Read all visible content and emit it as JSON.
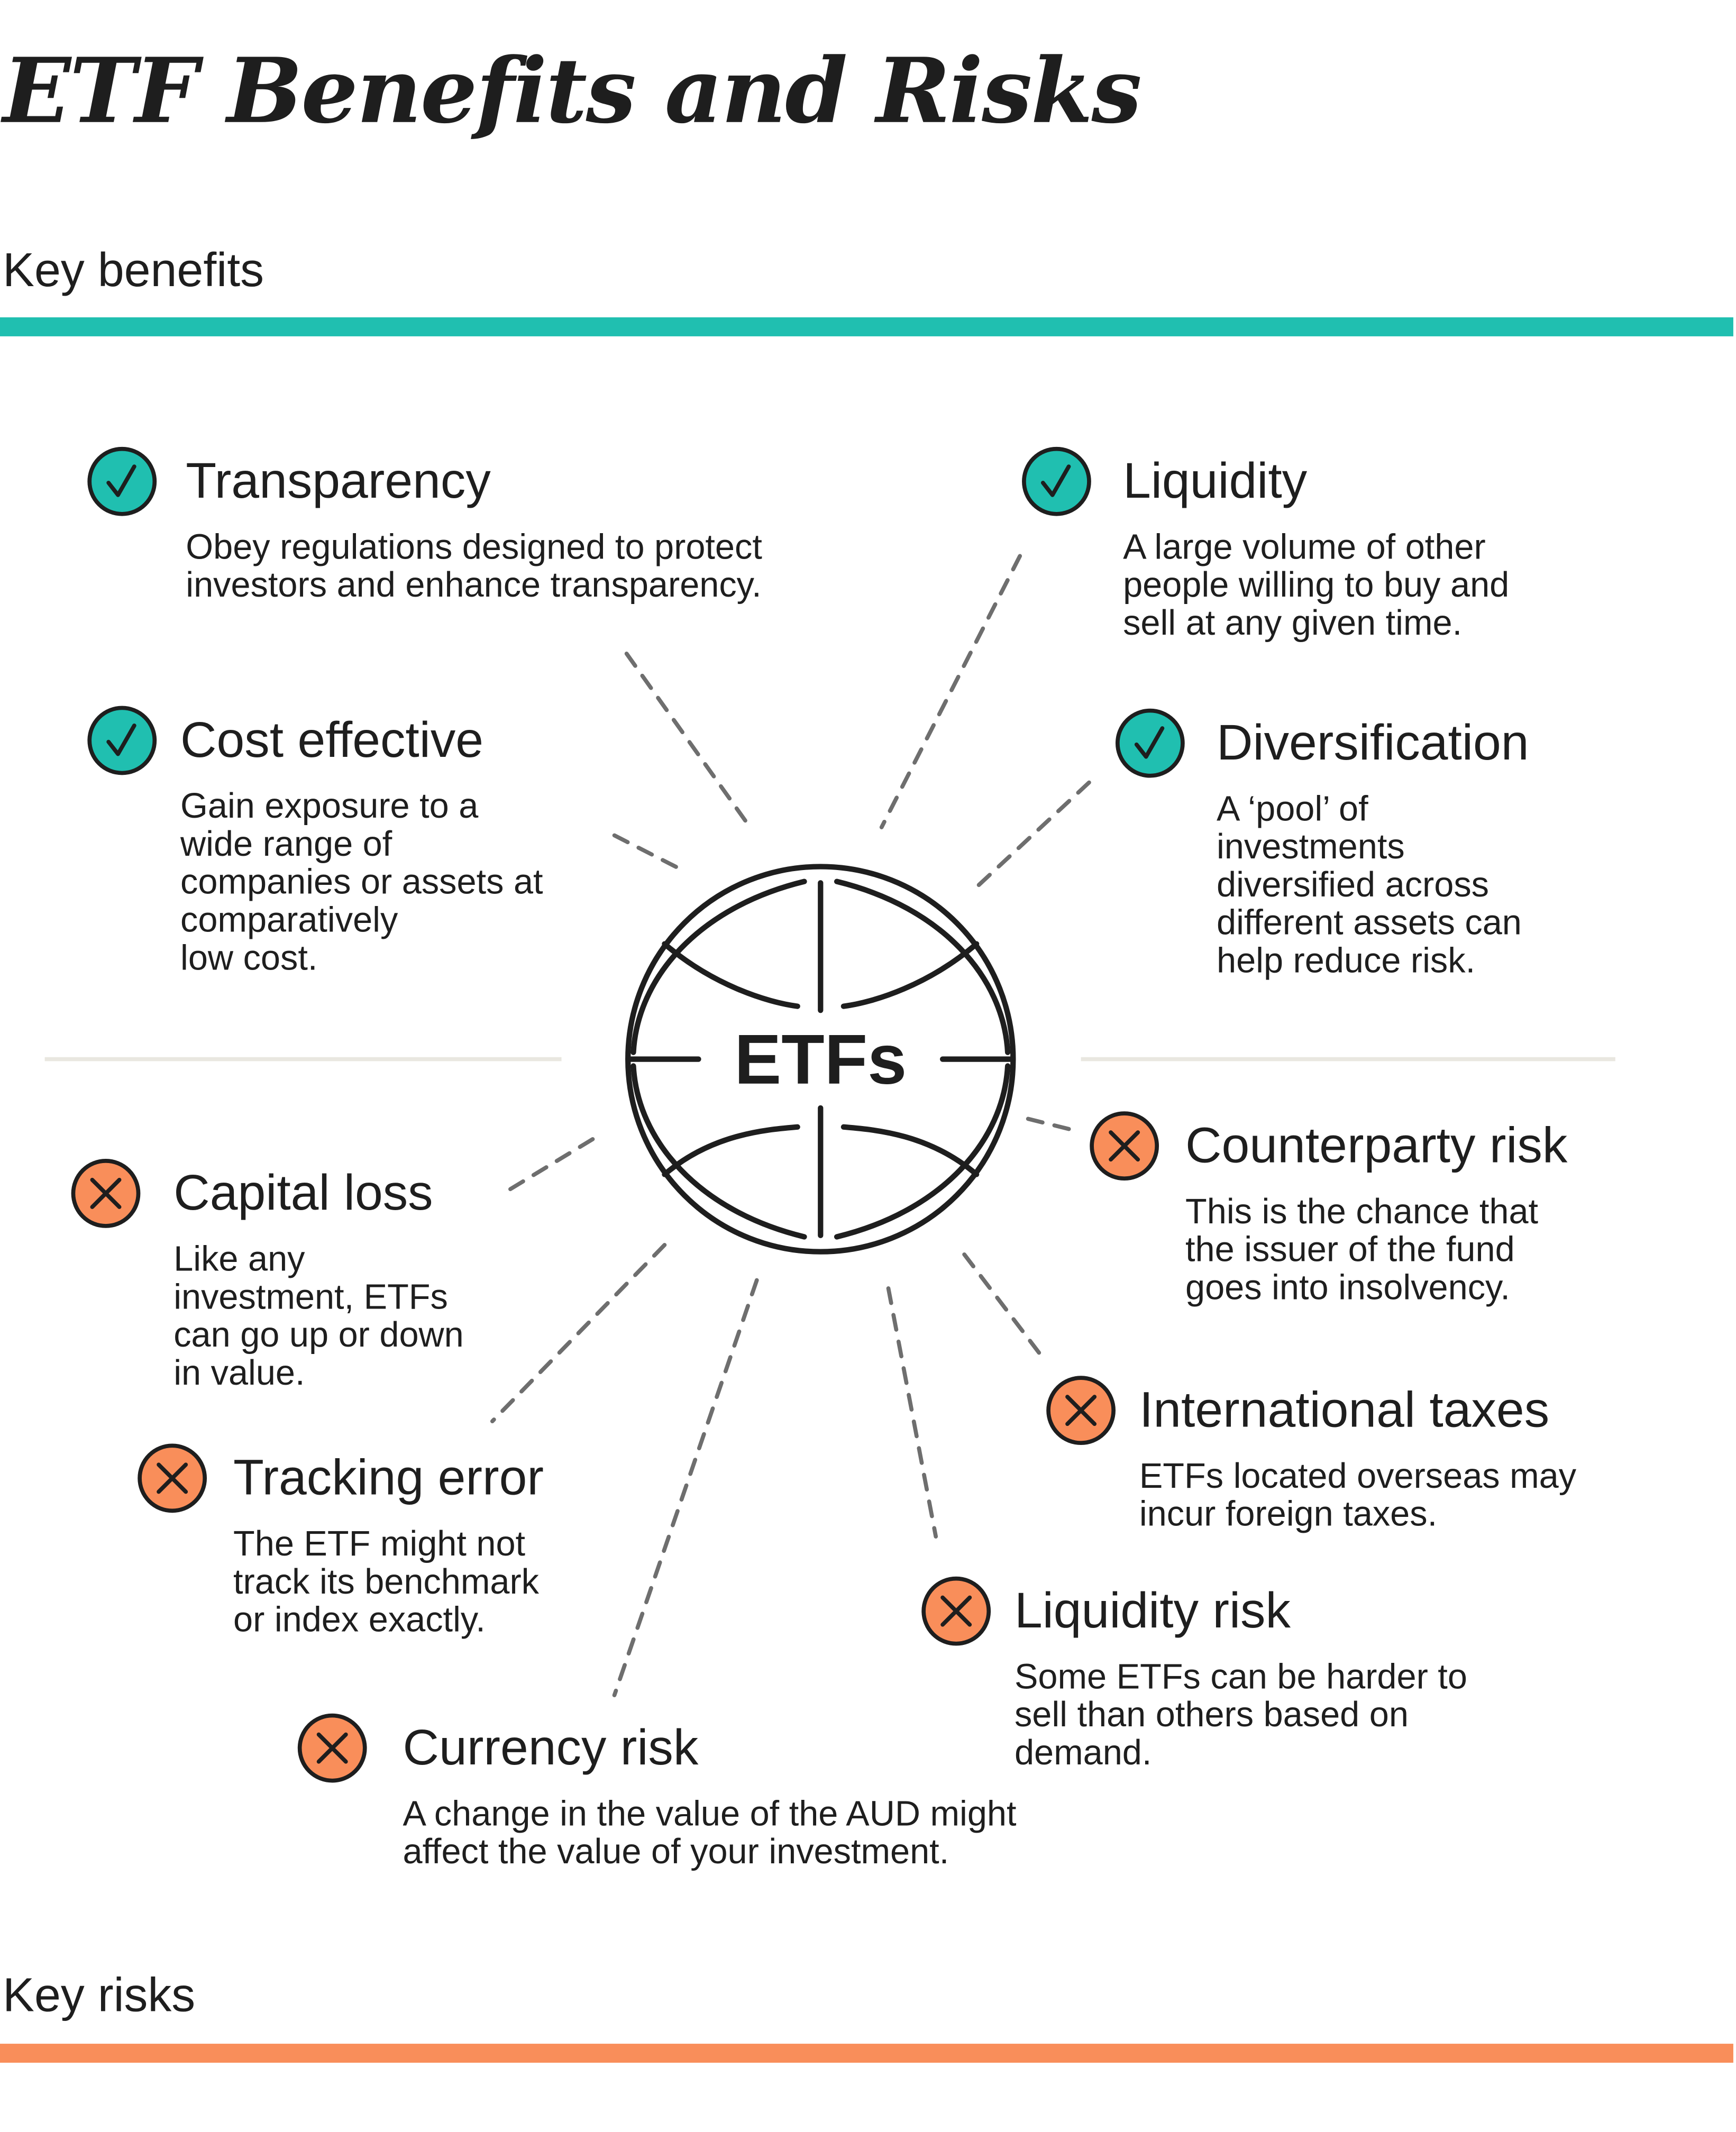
{
  "title": "ETF Benefits and Risks",
  "benefits_heading": "Key benefits",
  "risks_heading": "Key risks",
  "center_label": "ETFs",
  "colors": {
    "benefit": "#20bfb0",
    "risk": "#f98e5a",
    "text": "#1e1e1e",
    "divider": "#e9e7e0",
    "dash": "#6e6e6e"
  },
  "benefits": [
    {
      "title": "Transparency",
      "desc": "Obey regulations designed to protect\ninvestors and enhance transparency.",
      "icon": "check-icon"
    },
    {
      "title": "Liquidity",
      "desc": "A large volume of other\npeople willing to buy and\nsell at any given time.",
      "icon": "check-icon"
    },
    {
      "title": "Cost effective",
      "desc": "Gain exposure to a\nwide range of\ncompanies or assets at\ncomparatively\nlow cost.",
      "icon": "check-icon"
    },
    {
      "title": "Diversification",
      "desc": "A ‘pool’ of\ninvestments\ndiversified across\ndifferent assets can\nhelp reduce risk.",
      "icon": "check-icon"
    }
  ],
  "risks": [
    {
      "title": "Counterparty risk",
      "desc": "This is the chance that\nthe issuer of the fund\ngoes into insolvency.",
      "icon": "cross-icon"
    },
    {
      "title": "Capital loss",
      "desc": "Like any\ninvestment, ETFs\ncan go up or down\nin value.",
      "icon": "cross-icon"
    },
    {
      "title": "International taxes",
      "desc": "ETFs located overseas may\nincur foreign taxes.",
      "icon": "cross-icon"
    },
    {
      "title": "Tracking error",
      "desc": "The ETF might not\ntrack its benchmark\nor index exactly.",
      "icon": "cross-icon"
    },
    {
      "title": "Liquidity risk",
      "desc": "Some ETFs can be harder to\nsell than others based on\ndemand.",
      "icon": "cross-icon"
    },
    {
      "title": "Currency risk",
      "desc": "A change in the value of the AUD might\naffect the value of your investment.",
      "icon": "cross-icon"
    }
  ]
}
